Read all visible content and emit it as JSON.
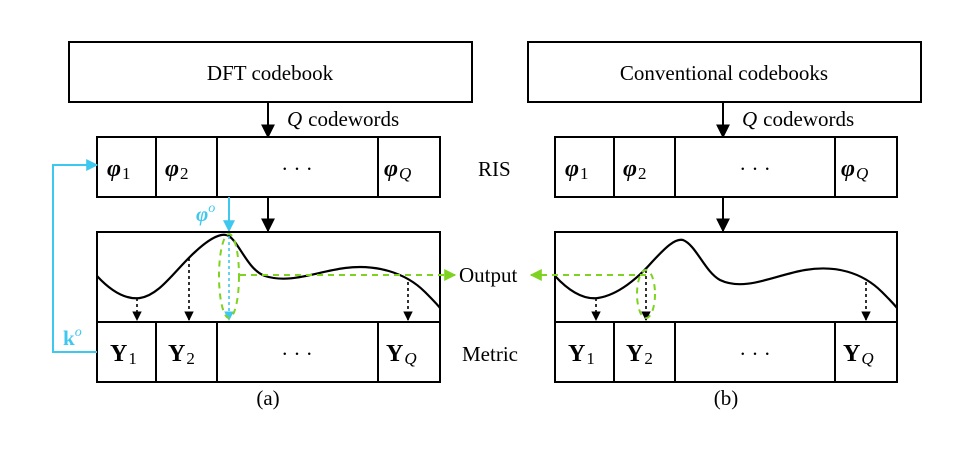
{
  "colors": {
    "green": "#7ed321",
    "cyan": "#3ec8ef",
    "black": "#000000"
  },
  "labels": {
    "dft_codebook": "DFT codebook",
    "conventional_codebooks": "Conventional codebooks",
    "q_italic": "Q",
    "codewords": "codewords",
    "ris": "RIS",
    "output": "Output",
    "metric": "Metric",
    "sub_a": "(a)",
    "sub_b": "(b)"
  },
  "cells": {
    "phi": "φ",
    "y": "Y",
    "ellipsis": "· · ·",
    "sub1": "1",
    "sub2": "2",
    "subQ": "Q",
    "phi_o_base": "φ",
    "phi_o_sup": "o",
    "k_o_base": "k",
    "k_o_sup": "o"
  }
}
